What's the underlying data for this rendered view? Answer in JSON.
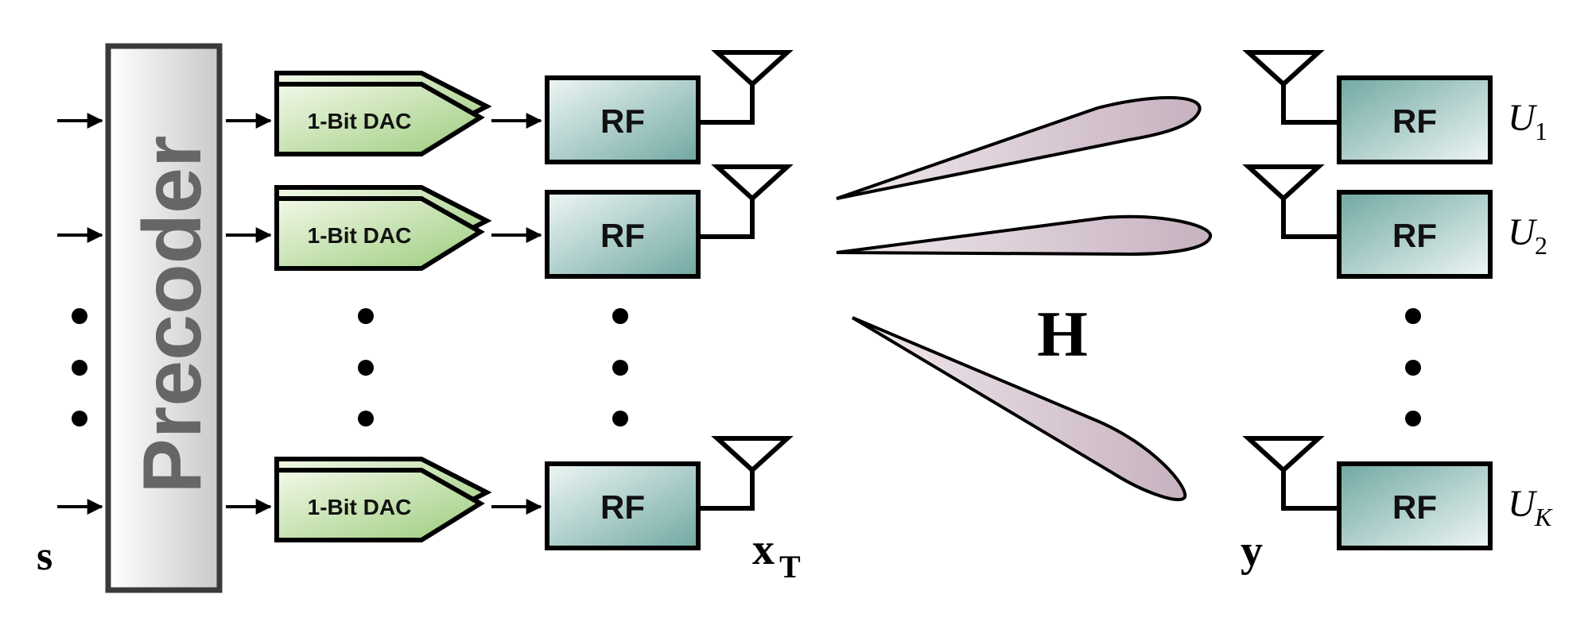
{
  "diagram": {
    "precoder_label": "Precoder",
    "dac_label": "1-Bit DAC",
    "rf_label": "RF",
    "input_label": "s",
    "tx_signal_label": "x",
    "tx_signal_subscript": "T",
    "rx_signal_label": "y",
    "channel_label": "H",
    "users": [
      {
        "label": "U",
        "sub": "1"
      },
      {
        "label": "U",
        "sub": "2"
      },
      {
        "label": "U",
        "sub": "K"
      }
    ],
    "colors": {
      "dac_fill_light": "#f2f8e8",
      "dac_fill_dark": "#9ccc7c",
      "rf_fill_light": "#eef6f5",
      "rf_fill_dark": "#70a8a2",
      "beam_light": "#ece2e8",
      "beam_dark": "#c7b2c0",
      "precoder_light": "#ffffff",
      "precoder_dark": "#c9c9c9",
      "precoder_border": "#3a3a3a"
    }
  }
}
